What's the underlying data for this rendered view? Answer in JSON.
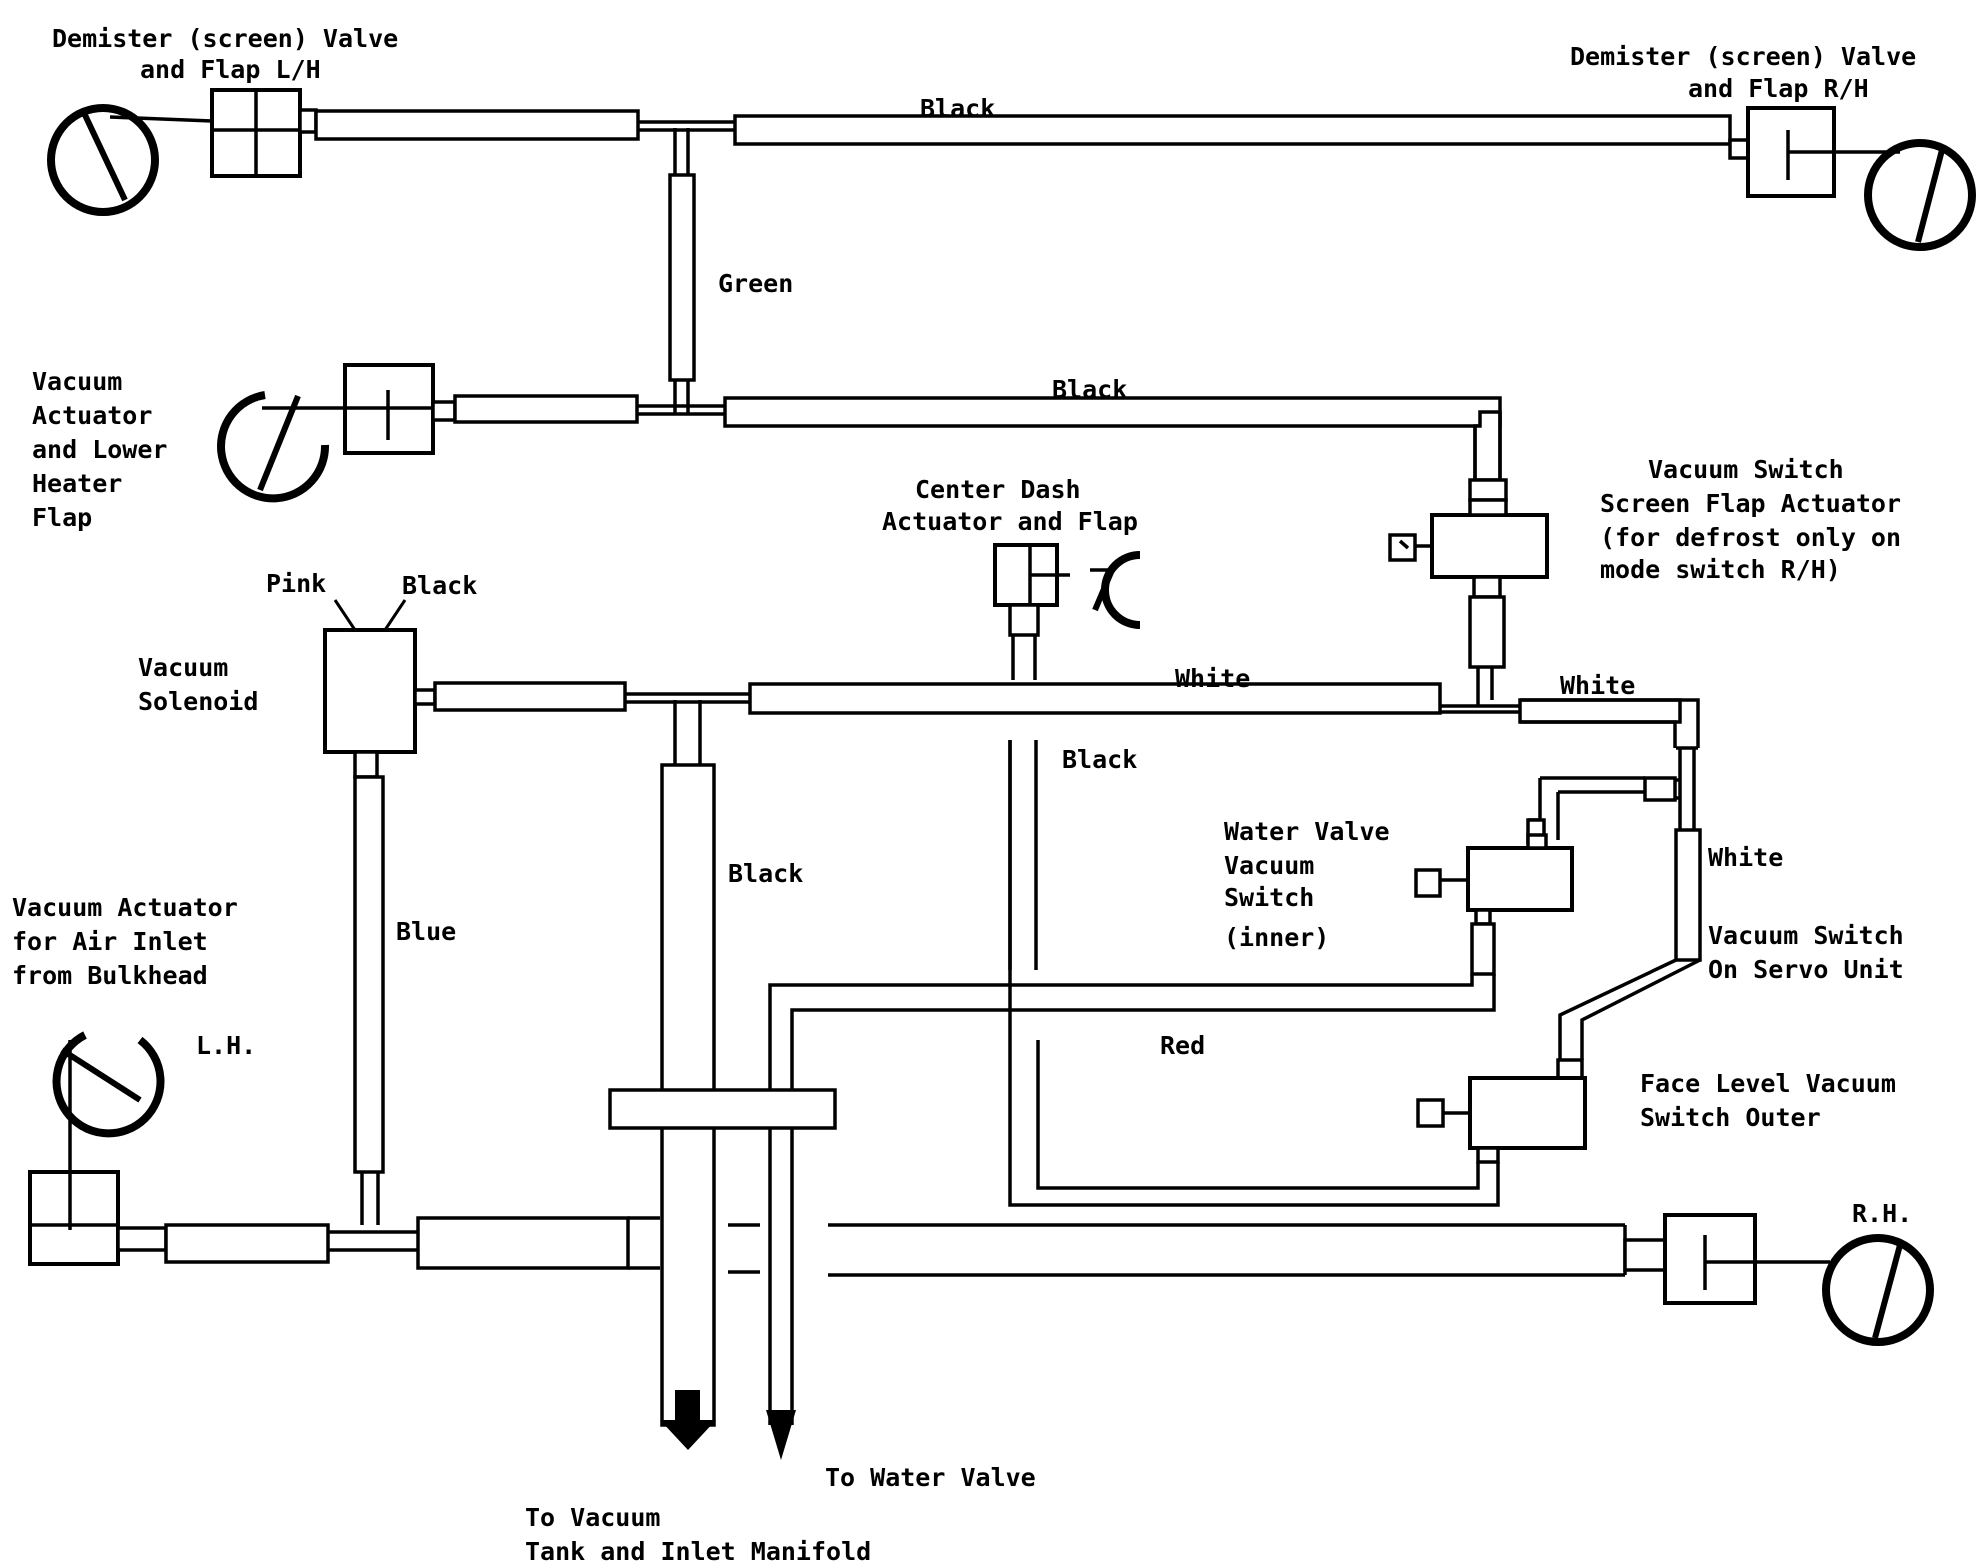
{
  "labels": {
    "demister_lh_line1": "Demister (screen) Valve",
    "demister_lh_line2": "and Flap L/H",
    "demister_rh_line1": "Demister (screen) Valve",
    "demister_rh_line2": "and Flap R/H",
    "pipe_black_top": "Black",
    "pipe_green": "Green",
    "vac_act_lower_1": "Vacuum",
    "vac_act_lower_2": "Actuator",
    "vac_act_lower_3": "and Lower",
    "vac_act_lower_4": "Heater",
    "vac_act_lower_5": "Flap",
    "pipe_black_mid": "Black",
    "center_dash_1": "Center Dash",
    "center_dash_2": "Actuator and Flap",
    "vac_switch_screen_1": "Vacuum Switch",
    "vac_switch_screen_2": "Screen Flap Actuator",
    "vac_switch_screen_3": "(for defrost only on",
    "vac_switch_screen_4": "mode switch R/H)",
    "pink": "Pink",
    "black_solenoid": "Black",
    "vacuum_solenoid_1": "Vacuum",
    "vacuum_solenoid_2": "Solenoid",
    "pipe_white_main": "White",
    "pipe_white_right": "White",
    "pipe_black_center": "Black",
    "pipe_black_down": "Black",
    "water_valve_1": "Water Valve",
    "water_valve_2": "Vacuum",
    "water_valve_3": "Switch",
    "water_valve_4": "(inner)",
    "pipe_white_servo": "White",
    "vac_switch_servo_1": "Vacuum Switch",
    "vac_switch_servo_2": "On Servo Unit",
    "air_inlet_1": "Vacuum Actuator",
    "air_inlet_2": "for Air Inlet",
    "air_inlet_3": "from Bulkhead",
    "pipe_blue": "Blue",
    "lh": "L.H.",
    "pipe_red": "Red",
    "face_level_1": "Face Level Vacuum",
    "face_level_2": "Switch Outer",
    "rh": "R.H.",
    "to_water_valve": "To Water Valve",
    "to_vacuum_1": "To Vacuum",
    "to_vacuum_2": "Tank and Inlet Manifold"
  }
}
